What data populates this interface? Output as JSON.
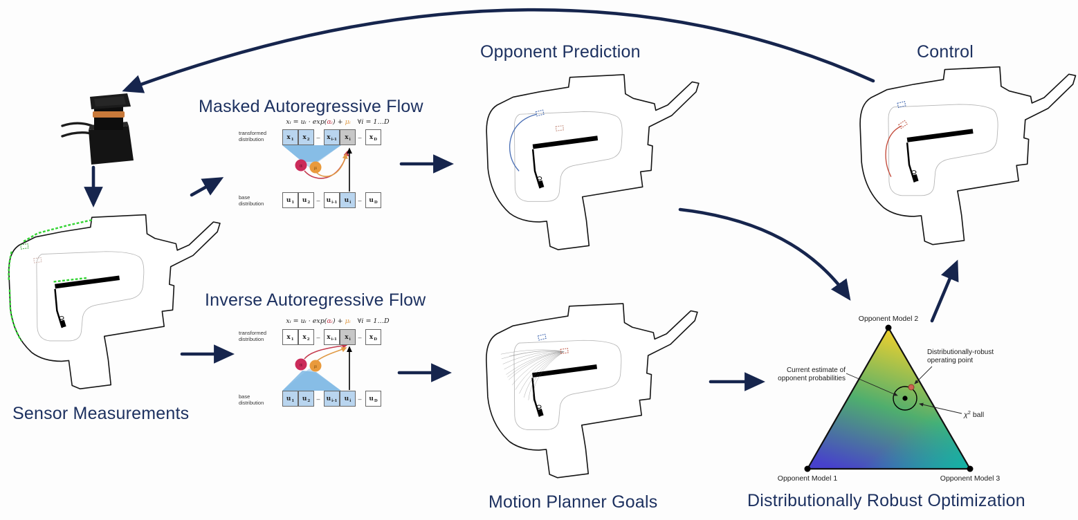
{
  "colors": {
    "accent": "#16254d",
    "title": "#1d3160",
    "scan_green": "#35d435",
    "prediction_blue": "#4a6fb5",
    "control_red": "#c34a3a",
    "box_blue": "#b9d5ef",
    "box_gray": "#c7c7c7",
    "circle_crimson": "#cb2b5a",
    "circle_orange": "#e99a3c",
    "triangle_top": "#f5d22c",
    "triangle_bottom_left": "#4a44cb",
    "triangle_bottom_right": "#17b79e"
  },
  "titles": {
    "sensor": "Sensor Measurements",
    "maf": "Masked Autoregressive Flow",
    "iaf": "Inverse Autoregressive Flow",
    "prediction": "Opponent Prediction",
    "goals": "Motion Planner Goals",
    "dro": "Distributionally Robust Optimization",
    "control": "Control"
  },
  "flow": {
    "equation": {
      "pre": "xᵢ = uᵢ · exp(",
      "alpha": "αᵢ",
      "mid": ") + ",
      "mu": "μᵢ",
      "post": "∀i = 1…D"
    },
    "labels": {
      "transformed_1": "transformed",
      "transformed_2": "distribution",
      "base_1": "base",
      "base_2": "distribution"
    },
    "sep": "–",
    "x_boxes": [
      {
        "m": "x",
        "s": "1"
      },
      {
        "m": "x",
        "s": "2"
      },
      {
        "m": "x",
        "s": "i-1"
      },
      {
        "m": "x",
        "s": "i"
      },
      {
        "m": "x",
        "s": "D"
      }
    ],
    "u_boxes": [
      {
        "m": "u",
        "s": "1"
      },
      {
        "m": "u",
        "s": "2"
      },
      {
        "m": "u",
        "s": "i-1"
      },
      {
        "m": "u",
        "s": "i"
      },
      {
        "m": "u",
        "s": "D"
      }
    ],
    "alpha_label": "αᵢ",
    "mu_label": "μᵢ"
  },
  "dro": {
    "vertex_top": "Opponent Model 2",
    "vertex_left": "Opponent Model 1",
    "vertex_right": "Opponent Model 3",
    "estimate_1": "Current estimate of",
    "estimate_2": "opponent probabilities",
    "robust_1": "Distributionally-robust",
    "robust_2": "operating point",
    "ball_chi": "χ",
    "ball_exp": "2",
    "ball_label": " ball"
  }
}
